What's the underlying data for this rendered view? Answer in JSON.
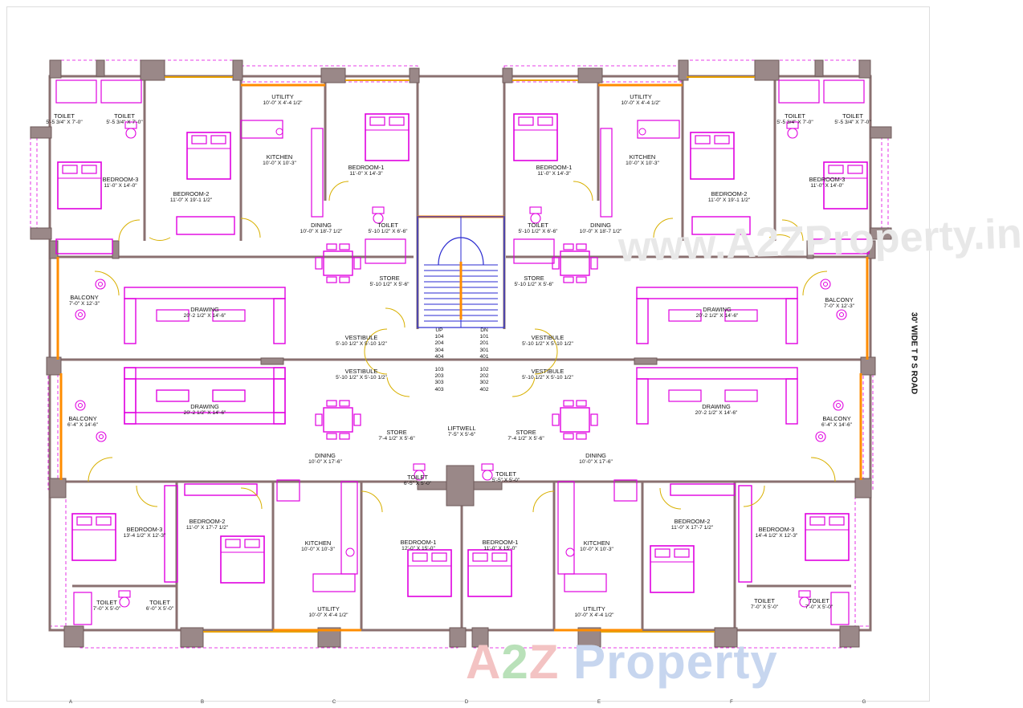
{
  "road_label": "30' WIDE T P S ROAD",
  "watermark": {
    "logo": "A2Z Property",
    "url_text": "www.A2ZProperty.in"
  },
  "grid_letters": [
    "A",
    "B",
    "C",
    "D",
    "E",
    "F",
    "G"
  ],
  "colors": {
    "wall_fill": "#9a8888",
    "wall_stroke": "#7a5f5f",
    "furniture": "#e000e0",
    "fixture_blue": "#2a2ad0",
    "door_arc": "#d8b000",
    "beam_orange": "#ff8c00",
    "window_line": "#e8a000"
  },
  "stair_numbers": {
    "up": [
      "UP",
      "104",
      "204",
      "304",
      "404"
    ],
    "down": [
      "DN",
      "101",
      "201",
      "301",
      "401"
    ],
    "lower_left": [
      "103",
      "203",
      "303",
      "403"
    ],
    "lower_right": [
      "102",
      "202",
      "302",
      "402"
    ]
  },
  "rooms": [
    {
      "name": "TOILET",
      "dim": "5'-5 3/4\" X 7'-0\""
    },
    {
      "name": "TOILET",
      "dim": "5'-5 3/4\" X 7'-0\""
    },
    {
      "name": "BEDROOM-3",
      "dim": "11'-0\" X 14'-0\""
    },
    {
      "name": "BEDROOM-2",
      "dim": "11'-0\" X 19'-1 1/2\""
    },
    {
      "name": "UTILITY",
      "dim": "10'-0\" X 4'-4 1/2\""
    },
    {
      "name": "KITCHEN",
      "dim": "10'-0\" X 10'-3\""
    },
    {
      "name": "BEDROOM-1",
      "dim": "11'-0\" X 14'-3\""
    },
    {
      "name": "DINING",
      "dim": "10'-0\" X 18'-7 1/2\""
    },
    {
      "name": "TOILET",
      "dim": "5'-10 1/2\" X 6'-6\""
    },
    {
      "name": "STORE",
      "dim": "5'-10 1/2\" X 5'-6\""
    },
    {
      "name": "BALCONY",
      "dim": "7'-0\" X 12'-3\""
    },
    {
      "name": "DRAWING",
      "dim": "20'-2 1/2\" X 14'-6\""
    },
    {
      "name": "VESTIBULE",
      "dim": "5'-10 1/2\" X 5'-10 1/2\""
    },
    {
      "name": "UTILITY",
      "dim": "10'-0\" X 4'-4 1/2\""
    },
    {
      "name": "KITCHEN",
      "dim": "10'-0\" X 10'-3\""
    },
    {
      "name": "BEDROOM-1",
      "dim": "11'-0\" X 14'-3\""
    },
    {
      "name": "TOILET",
      "dim": "5'-10 1/2\" X 6'-6\""
    },
    {
      "name": "DINING",
      "dim": "10'-0\" X 18'-7 1/2\""
    },
    {
      "name": "STORE",
      "dim": "5'-10 1/2\" X 5'-6\""
    },
    {
      "name": "TOILET",
      "dim": "5'-5 3/4\" X 7'-0\""
    },
    {
      "name": "TOILET",
      "dim": "5'-5 3/4\" X 7'-0\""
    },
    {
      "name": "BEDROOM-2",
      "dim": "11'-0\" X 19'-1 1/2\""
    },
    {
      "name": "BEDROOM-3",
      "dim": "11'-0\" X 14'-0\""
    },
    {
      "name": "BALCONY",
      "dim": "7'-0\" X 12'-3\""
    },
    {
      "name": "DRAWING",
      "dim": "20'-2 1/2\" X 14'-6\""
    },
    {
      "name": "VESTIBULE",
      "dim": "5'-10 1/2\" X 5'-10 1/2\""
    },
    {
      "name": "VESTIBULE",
      "dim": "5'-10 1/2\" X 5'-10 1/2\""
    },
    {
      "name": "VESTIBULE",
      "dim": "5'-10 1/2\" X 5'-10 1/2\""
    },
    {
      "name": "BALCONY",
      "dim": "6'-4\" X 14'-6\""
    },
    {
      "name": "DRAWING",
      "dim": "20'-2 1/2\" X 14'-6\""
    },
    {
      "name": "STORE",
      "dim": "7'-4 1/2\" X 5'-6\""
    },
    {
      "name": "LIFTWELL",
      "dim": "7'-5\" X 5'-6\""
    },
    {
      "name": "STORE",
      "dim": "7'-4 1/2\" X 5'-6\""
    },
    {
      "name": "DINING",
      "dim": "10'-0\" X 17'-6\""
    },
    {
      "name": "TOILET",
      "dim": "6'-5\" X 5'-0\""
    },
    {
      "name": "TOILET",
      "dim": "5'-5\" X 5'-0\""
    },
    {
      "name": "DINING",
      "dim": "10'-0\" X 17'-6\""
    },
    {
      "name": "DRAWING",
      "dim": "20'-2 1/2\" X 14'-6\""
    },
    {
      "name": "BALCONY",
      "dim": "6'-4\" X 14'-6\""
    },
    {
      "name": "BEDROOM-3",
      "dim": "13'-4 1/2\" X 12'-3\""
    },
    {
      "name": "BEDROOM-2",
      "dim": "11'-0\" X 17'-7 1/2\""
    },
    {
      "name": "KITCHEN",
      "dim": "10'-0\" X 10'-3\""
    },
    {
      "name": "BEDROOM-1",
      "dim": "12'-0\" X 15'-0\""
    },
    {
      "name": "BEDROOM-1",
      "dim": "11'-0\" X 15'-0\""
    },
    {
      "name": "KITCHEN",
      "dim": "10'-0\" X 10'-3\""
    },
    {
      "name": "BEDROOM-2",
      "dim": "11'-0\" X 17'-7 1/2\""
    },
    {
      "name": "BEDROOM-3",
      "dim": "14'-4 1/2\" X 12'-3\""
    },
    {
      "name": "TOILET",
      "dim": "7'-0\" X 5'-0\""
    },
    {
      "name": "TOILET",
      "dim": "6'-0\" X 5'-0\""
    },
    {
      "name": "UTILITY",
      "dim": "10'-0\" X 4'-4 1/2\""
    },
    {
      "name": "UTILITY",
      "dim": "10'-0\" X 4'-4 1/2\""
    },
    {
      "name": "TOILET",
      "dim": "7'-0\" X 5'-0\""
    },
    {
      "name": "TOILET",
      "dim": "7'-0\" X 5'-0\""
    }
  ]
}
